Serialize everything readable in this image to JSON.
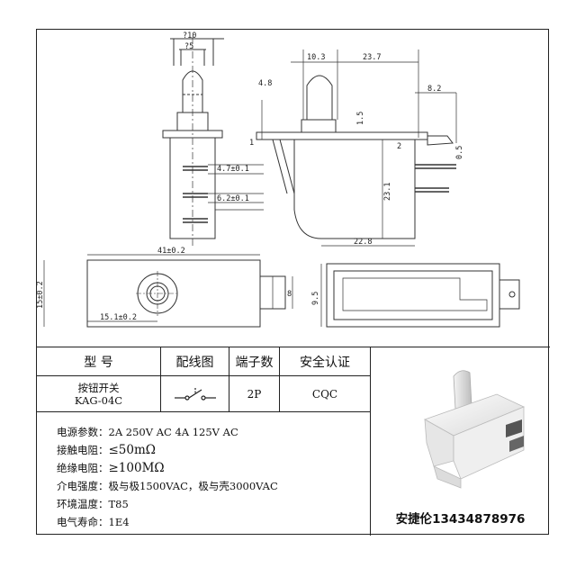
{
  "drawing": {
    "dims": {
      "phi10": "?10",
      "phi5": "?5",
      "d4_7": "4.7±0.1",
      "d6_2": "6.2±0.1",
      "d10_3": "10.3",
      "d23_7": "23.7",
      "d4_8": "4.8",
      "d8_2": "8.2",
      "d1_5": "1.5",
      "d1": "1",
      "d2": "2",
      "d0_5": "0.5",
      "d23_1": "23.1",
      "d22_8": "22.8",
      "d41": "41±0.2",
      "d15": "15±0.2",
      "d15_1": "15.1±0.2",
      "d8": "8",
      "d9_5": "9.5"
    }
  },
  "table": {
    "headers": [
      "型 号",
      "配线图",
      "端子数",
      "安全认证"
    ],
    "model_line1": "按钮开关",
    "model_line2": "KAG-04C",
    "terminals": "2P",
    "certification": "CQC"
  },
  "specs": [
    {
      "label": "电源参数：",
      "value": "2A 250V AC  4A 125V AC"
    },
    {
      "label": "接触电阻：",
      "value": "≤50mΩ"
    },
    {
      "label": "绝缘电阻：",
      "value": "≥100MΩ"
    },
    {
      "label": "介电强度：",
      "value": "极与极1500VAC，极与壳3000VAC"
    },
    {
      "label": "环境温度：",
      "value": "T85"
    },
    {
      "label": "电气寿命：",
      "value": "1E4"
    }
  ],
  "contact": "安捷伦13434878976"
}
